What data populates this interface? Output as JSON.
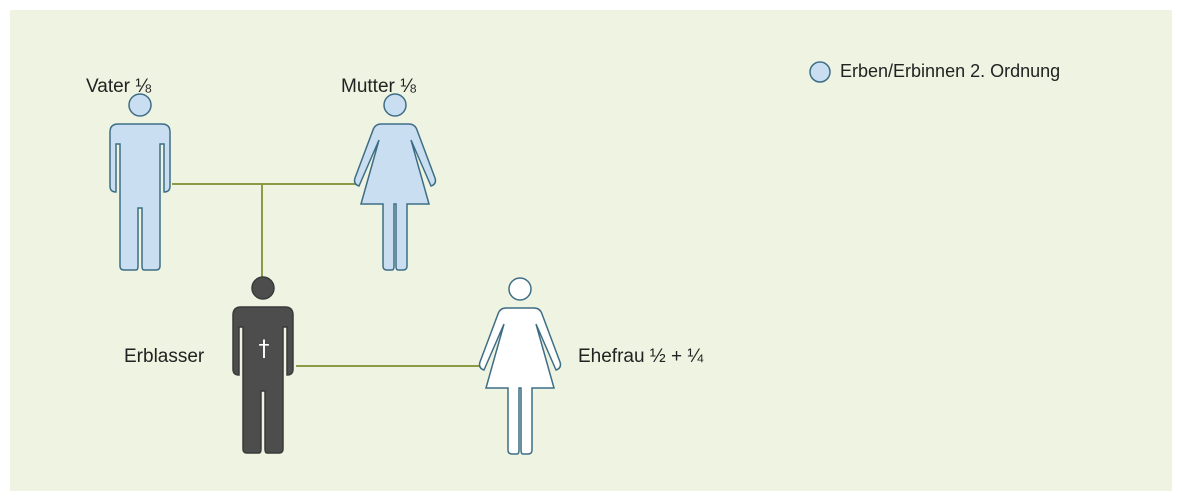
{
  "legend": {
    "text": "Erben/Erbinnen 2. Ordnung",
    "color": "#c9def0"
  },
  "persons": {
    "father": {
      "label": "Vater ⅛",
      "icon": "male-figure-icon",
      "fill": "#c9def0"
    },
    "mother": {
      "label": "Mutter ⅛",
      "icon": "female-figure-icon",
      "fill": "#c9def0"
    },
    "deceased": {
      "label": "Erblasser",
      "icon": "male-figure-deceased-icon",
      "fill": "#4d4d4d",
      "mark": "†"
    },
    "spouse": {
      "label": "Ehefrau ½ + ¼",
      "icon": "female-figure-icon",
      "fill": "#ffffff"
    }
  },
  "colors": {
    "background": "#eff3e1",
    "line": "#8a9a45",
    "outline": "#3e6e86"
  }
}
